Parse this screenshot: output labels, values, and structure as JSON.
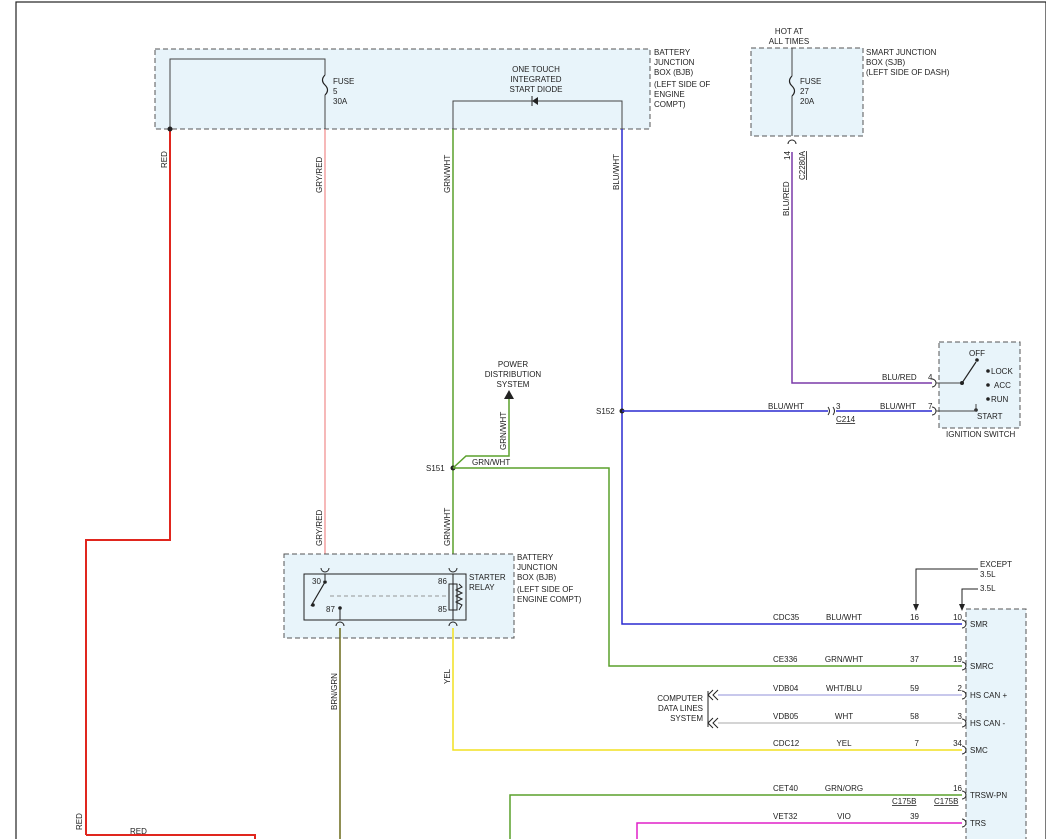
{
  "colors": {
    "red": "#e0261e",
    "gry_red": "#f08a8a",
    "grn_wht": "#5aa02c",
    "blu_wht": "#2a2ad0",
    "blu_red": "#7a3aa8",
    "yel": "#f2e020",
    "brn_grn": "#6b6a1a",
    "vio": "#e020c8",
    "data_line": "#a8a8e0",
    "box_fill": "#e8f4fa"
  },
  "bjb_top": {
    "title": [
      "BATTERY",
      "JUNCTION",
      "BOX (BJB)",
      "(LEFT SIDE OF",
      "ENGINE",
      "COMPT)"
    ],
    "fuse": [
      "FUSE",
      "5",
      "30A"
    ],
    "diode": [
      "ONE TOUCH",
      "INTEGRATED",
      "START DIODE"
    ]
  },
  "sjb": {
    "hot_label": [
      "HOT AT",
      "ALL TIMES"
    ],
    "title": [
      "SMART JUNCTION",
      "BOX (SJB)",
      "(LEFT SIDE OF DASH)"
    ],
    "fuse": [
      "FUSE",
      "27",
      "20A"
    ],
    "pin": "14",
    "connector": "C2280A"
  },
  "wires": {
    "red": "RED",
    "gry_red": "GRY/RED",
    "grn_wht": "GRN/WHT",
    "blu_wht": "BLU/WHT",
    "blu_red": "BLU/RED",
    "yel": "YEL",
    "brn_grn": "BRN/GRN"
  },
  "power_dist": [
    "POWER",
    "DISTRIBUTION",
    "SYSTEM"
  ],
  "splices": {
    "s151": "S151",
    "s152": "S152"
  },
  "c214": {
    "pin": "3",
    "name": "C214"
  },
  "ignition": {
    "title": "IGNITION SWITCH",
    "positions": [
      "OFF",
      "LOCK",
      "ACC",
      "RUN",
      "START"
    ],
    "pin_a": "4",
    "pin_b": "7"
  },
  "bjb_relay": {
    "title": [
      "BATTERY",
      "JUNCTION",
      "BOX (BJB)",
      "(LEFT SIDE OF",
      "ENGINE COMPT)"
    ],
    "relay_label": [
      "STARTER",
      "RELAY"
    ],
    "pins": [
      "30",
      "87",
      "86",
      "85"
    ]
  },
  "variant": {
    "except": [
      "EXCEPT",
      "3.5L"
    ],
    "only": "3.5L"
  },
  "data_lines": [
    "COMPUTER",
    "DATA LINES",
    "SYSTEM"
  ],
  "pcm_rows": [
    {
      "circuit": "CDC35",
      "color": "BLU/WHT",
      "pin_l": "16",
      "pin_r": "10",
      "name": "SMR"
    },
    {
      "circuit": "CE336",
      "color": "GRN/WHT",
      "pin_l": "37",
      "pin_r": "19",
      "name": "SMRC"
    },
    {
      "circuit": "VDB04",
      "color": "WHT/BLU",
      "pin_l": "59",
      "pin_r": "2",
      "name": "HS CAN +"
    },
    {
      "circuit": "VDB05",
      "color": "WHT",
      "pin_l": "58",
      "pin_r": "3",
      "name": "HS CAN -"
    },
    {
      "circuit": "CDC12",
      "color": "YEL",
      "pin_l": "7",
      "pin_r": "34",
      "name": "SMC"
    },
    {
      "circuit": "CET40",
      "color": "GRN/ORG",
      "pin_l": "",
      "pin_r": "16",
      "name": "TRSW-PN"
    },
    {
      "circuit": "VET32",
      "color": "VIO",
      "pin_l": "39",
      "pin_r": "",
      "name": "TRS"
    }
  ],
  "c175": {
    "a": "C175B",
    "b": "C175B"
  },
  "bottom_red": "RED"
}
